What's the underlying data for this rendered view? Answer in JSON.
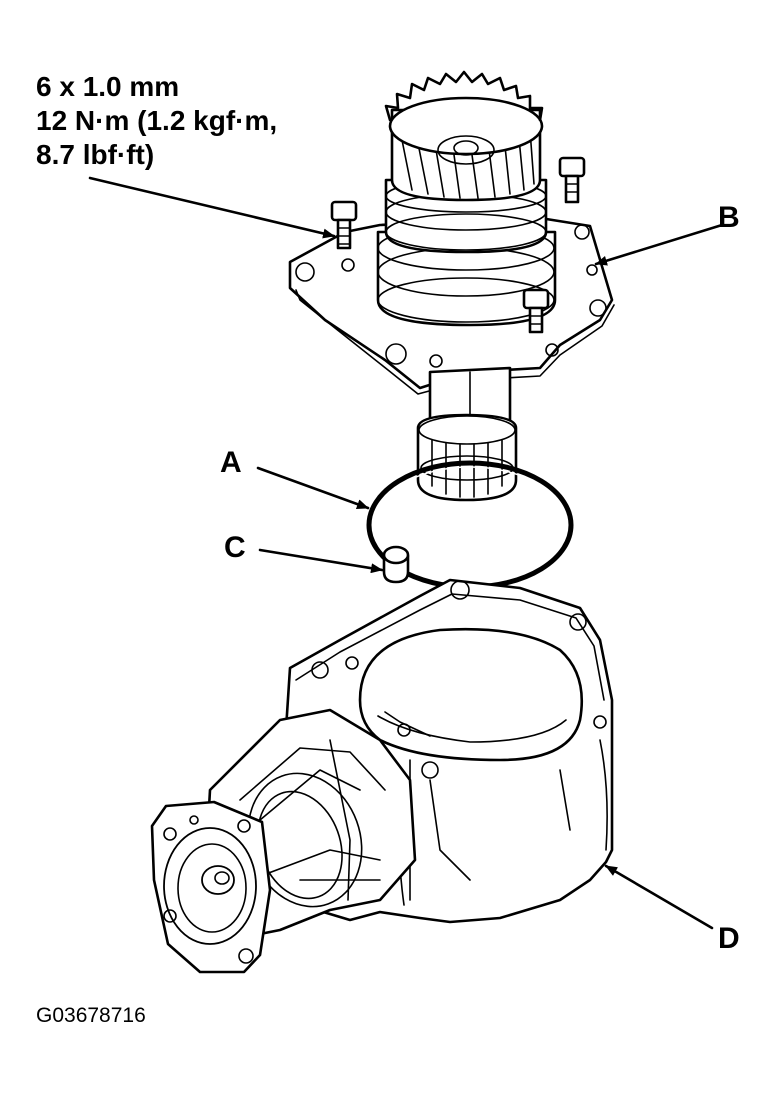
{
  "spec_text": {
    "line1": "6 x 1.0 mm",
    "line2": "12 N·m (1.2 kgf·m,",
    "line3": "8.7 lbf·ft)"
  },
  "callouts": {
    "a": "A",
    "b": "B",
    "c": "C",
    "d": "D"
  },
  "figure_id": "G03678716"
}
